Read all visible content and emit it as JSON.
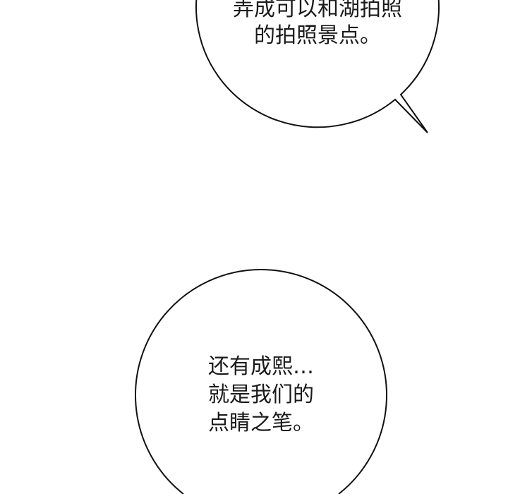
{
  "bubbles": [
    {
      "lines": [
        "弄成可以和湖拍照",
        "的拍照景点。"
      ]
    },
    {
      "lines": [
        "还有成熙…",
        "就是我们的",
        "点睛之笔。"
      ]
    }
  ]
}
